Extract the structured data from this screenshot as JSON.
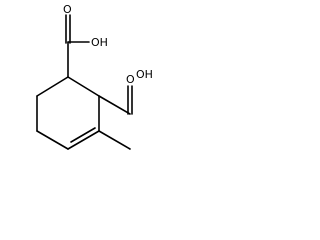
{
  "molecule": {
    "atom_labels": {
      "top_hydroxyl": "OH",
      "top_carbonyl_oxygen": "O",
      "right_hydroxyl": "OH",
      "right_carbonyl_oxygen": "O"
    }
  }
}
